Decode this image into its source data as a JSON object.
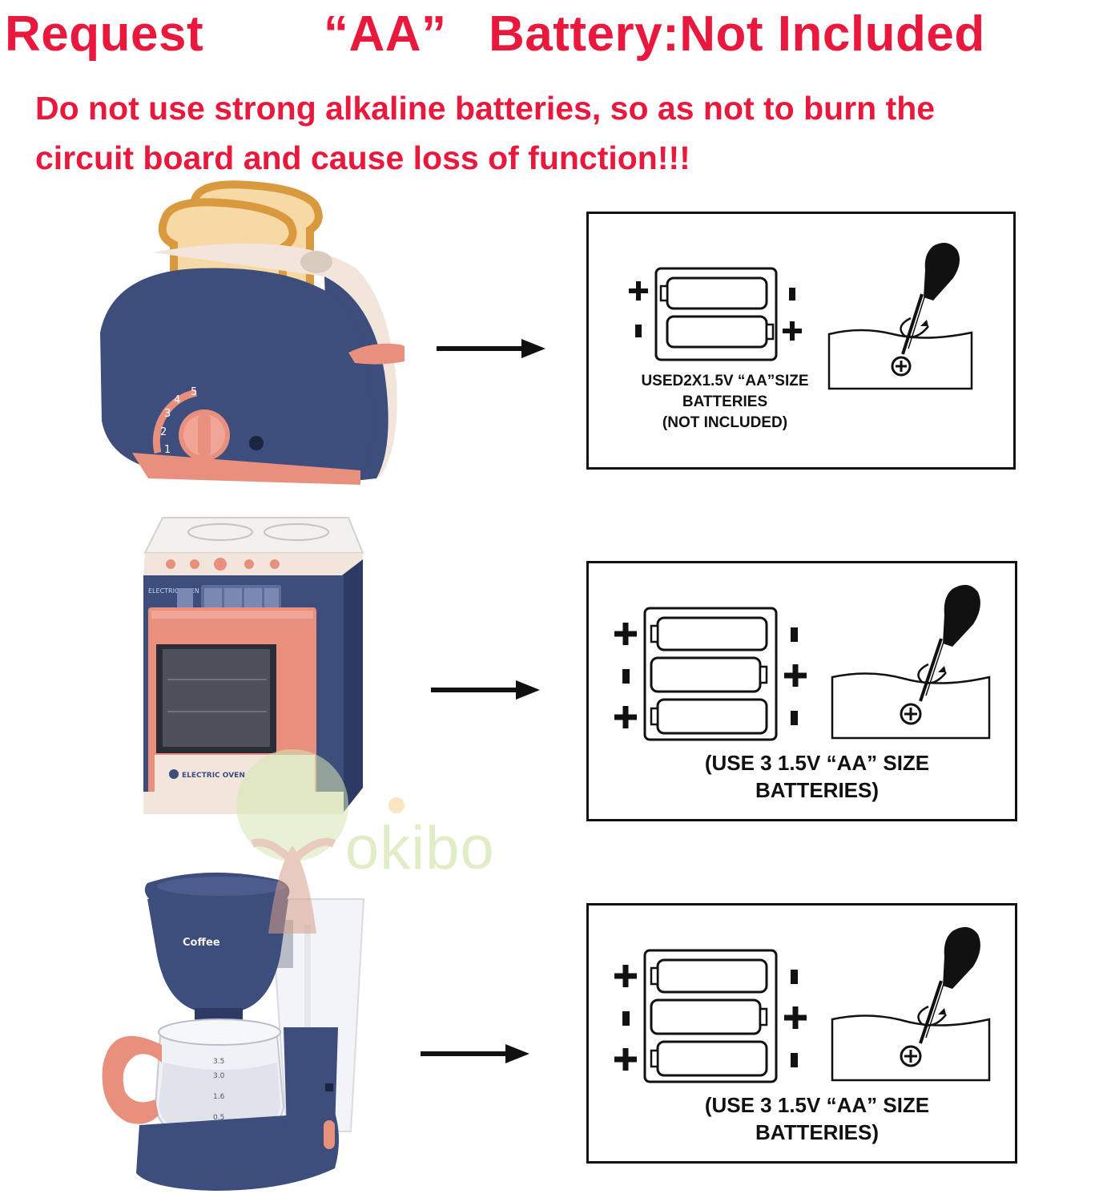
{
  "headline": {
    "part1": "Request",
    "part2": "“AA”",
    "part3": "Battery:Not Included",
    "color": "#e8193c"
  },
  "warning": {
    "line1": "Do not use strong alkaline batteries, so as not to burn the",
    "line2": "circuit board and cause loss of function!!!"
  },
  "products": [
    {
      "name": "toaster",
      "knob_numbers": [
        "1",
        "2",
        "3",
        "4",
        "5"
      ],
      "battery_count": 2,
      "caption_lines": [
        "USED2X1.5V “AA”SIZE",
        "BATTERIES",
        "(NOT INCLUDED)"
      ]
    },
    {
      "name": "oven",
      "panel_label": "ELECTRIC OVEN",
      "door_label": "ELECTRIC OVEN",
      "battery_count": 3,
      "caption_lines": [
        "(USE 3  1.5V “AA” SIZE",
        "BATTERIES)"
      ]
    },
    {
      "name": "coffee-maker",
      "brand_label": "Coffee",
      "scale_marks": [
        "3.5",
        "3.0",
        "1.6",
        "0.5"
      ],
      "battery_count": 3,
      "caption_lines": [
        "(USE 3  1.5V “AA” SIZE",
        "BATTERIES)"
      ]
    }
  ],
  "watermark": {
    "text": "okibo"
  },
  "colors": {
    "toy_navy": "#3d4d7c",
    "toy_pink": "#e98f7e",
    "toy_cream": "#f2e6dc",
    "bread": "#f6d9a4",
    "crust": "#d99a3f"
  }
}
